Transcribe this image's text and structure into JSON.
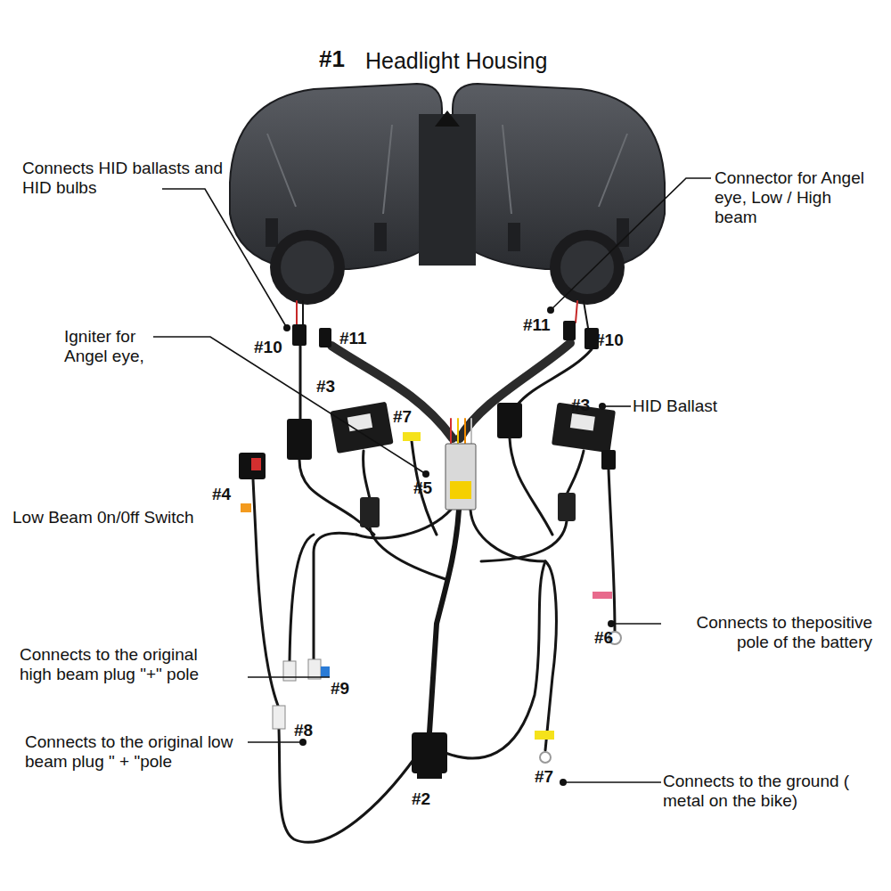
{
  "diagram": {
    "title": "Headlight Housing",
    "labels": [
      "#1",
      "Connects HID ballasts and HID bulbs",
      "Connector for Angel eye, Low / High beam",
      "#11",
      "Igniter for Angel eye,",
      "#10",
      "#11",
      "#10",
      "#3",
      "#3",
      "HID Ballast",
      "#7",
      "#4",
      "#5",
      "Low Beam 0n/0ff Switch",
      "Connects to thepositive pole of the battery",
      "#6",
      "Connects to the original high beam plug \"+\" pole",
      "#9",
      "#8",
      "Connects to the original low beam plug \" + \"pole",
      "#7",
      "Connects to the ground ( metal on the bike)",
      "#2"
    ]
  }
}
